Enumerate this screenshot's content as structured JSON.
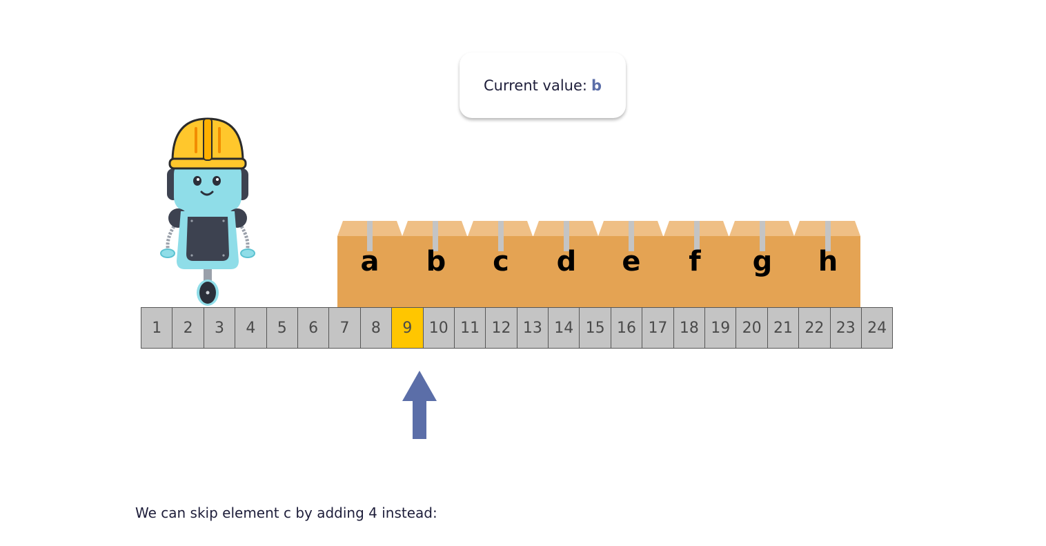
{
  "status": {
    "label": "Current value:",
    "value": "b"
  },
  "box_letters": [
    "a",
    "b",
    "c",
    "d",
    "e",
    "f",
    "g",
    "h"
  ],
  "array": {
    "cells": [
      "1",
      "2",
      "3",
      "4",
      "5",
      "6",
      "7",
      "8",
      "9",
      "10",
      "11",
      "12",
      "13",
      "14",
      "15",
      "16",
      "17",
      "18",
      "19",
      "20",
      "21",
      "22",
      "23",
      "24"
    ],
    "highlighted_value": "9"
  },
  "caption": "We can skip element c by adding 4 instead:",
  "colors": {
    "cell": "#c4c4c4",
    "cell_highlight": "#ffc600",
    "box": "#e4a353",
    "box_lid": "#efbf85",
    "arrow": "#5b6ea8",
    "value": "#5b6ea8"
  },
  "icons": [
    "robot-with-hardhat-icon",
    "up-arrow-icon"
  ]
}
